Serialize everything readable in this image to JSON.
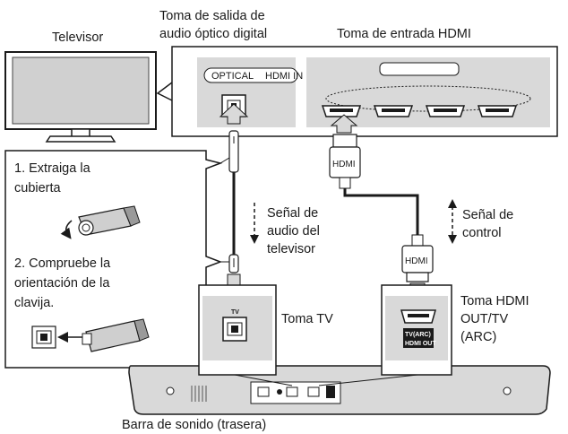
{
  "labels": {
    "tv": "Televisor",
    "optical_out_line1": "Toma de salida de",
    "optical_out_line2": "audio óptico digital",
    "hdmi_in_jack": "Toma de entrada HDMI",
    "panel_optical": "OPTICAL",
    "panel_hdmi_in": "HDMI IN",
    "hdmi_plug_top": "HDMI",
    "hdmi_plug_bottom": "HDMI",
    "step1_line1": "1. Extraiga la",
    "step1_line2": "cubierta",
    "step2_line1": "2. Compruebe la",
    "step2_line2": "orientación de la",
    "step2_line3": "clavija.",
    "tv_audio_line1": "Señal de",
    "tv_audio_line2": "audio del",
    "tv_audio_line3": "televisor",
    "control_line1": "Señal de",
    "control_line2": "control",
    "tv_jack_small": "TV",
    "tv_jack_label": "Toma TV",
    "hdmi_out_line1": "Toma HDMI",
    "hdmi_out_line2": "OUT/TV",
    "hdmi_out_line3": "(ARC)",
    "arc_badge_line1": "TV(ARC)",
    "arc_badge_line2": "HDMI OUT",
    "soundbar": "Barra de sonido (trasera)"
  },
  "colors": {
    "panel_gray": "#d9d9d9",
    "line": "#1a1a1a",
    "screen": "#d0d0d0"
  }
}
